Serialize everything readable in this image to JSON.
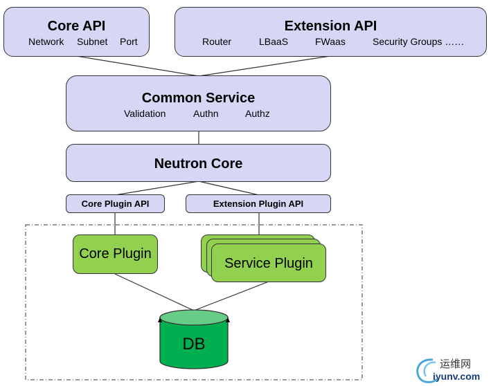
{
  "core_api": {
    "title": "Core API",
    "items": [
      "Network",
      "Subnet",
      "Port"
    ]
  },
  "extension_api": {
    "title": "Extension API",
    "items": [
      "Router",
      "LBaaS",
      "FWaas",
      "Security Groups ……"
    ]
  },
  "common_service": {
    "title": "Common Service",
    "items": [
      "Validation",
      "Authn",
      "Authz"
    ]
  },
  "neutron_core": {
    "title": "Neutron Core"
  },
  "core_plugin_api": {
    "title": "Core Plugin API"
  },
  "extension_plugin_api": {
    "title": "Extension Plugin API"
  },
  "core_plugin": {
    "title": "Core Plugin"
  },
  "service_plugin": {
    "title": "Service Plugin"
  },
  "db": {
    "title": "DB"
  },
  "watermark": {
    "cn": "运维网",
    "url": "iyunv.com"
  },
  "colors": {
    "api_box": "#d6d6f5",
    "plugin_green": "#92d050",
    "db_green": "#00b050",
    "db_top": "#66cc88"
  }
}
